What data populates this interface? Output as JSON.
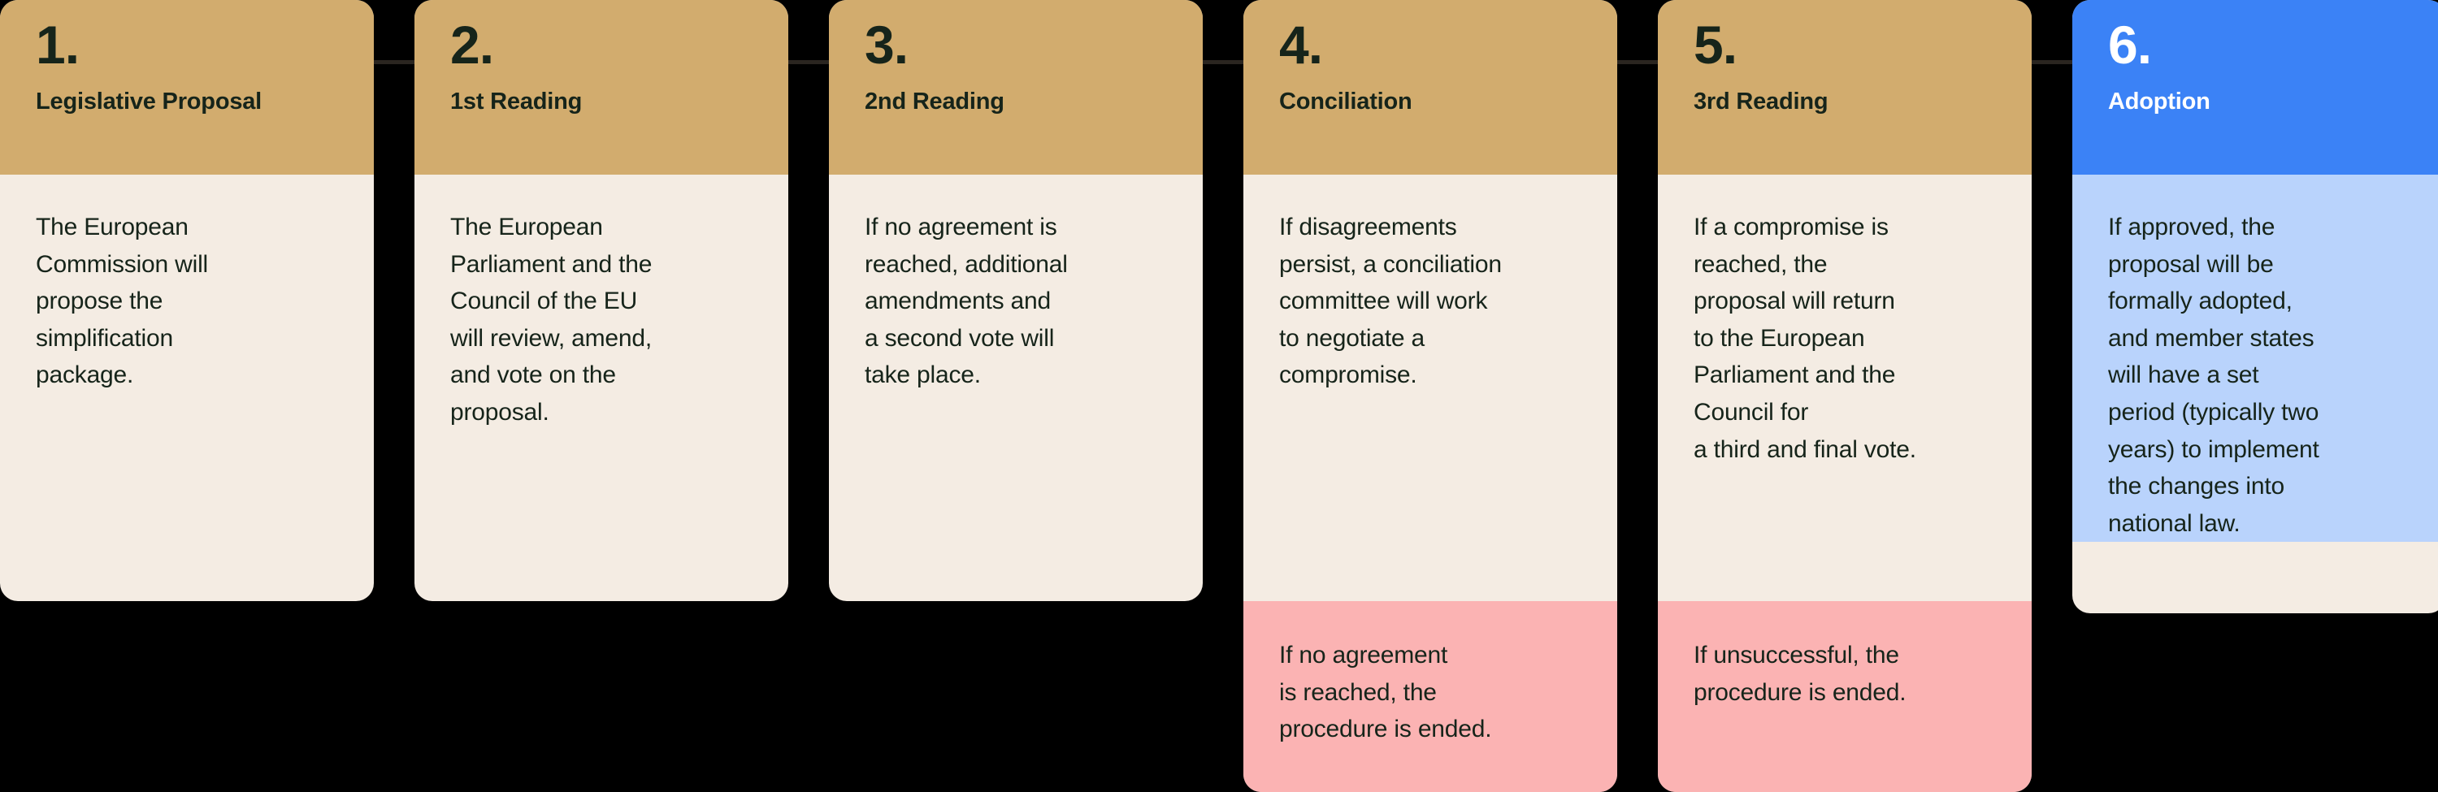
{
  "theme": {
    "background": "#000000",
    "gold": "#d2ac6e",
    "beige": "#f4ece3",
    "pink": "#fbb3b3",
    "blue": "#3b82f6",
    "light_blue": "#b9d3fc",
    "text_dark": "#16241a",
    "text_light": "#ffffff"
  },
  "steps": [
    {
      "number": "1.",
      "title": "Legislative Proposal",
      "body": "The European\nCommission will\npropose the\nsimplification\npackage.",
      "note": null
    },
    {
      "number": "2.",
      "title": "1st Reading",
      "body": "The European\nParliament and the\nCouncil of the EU\nwill review, amend,\nand vote on the\nproposal.",
      "note": null
    },
    {
      "number": "3.",
      "title": "2nd Reading",
      "body": "If no agreement is\nreached, additional\namendments and\na second vote will\ntake place.",
      "note": null
    },
    {
      "number": "4.",
      "title": "Conciliation",
      "body": "If disagreements\npersist, a conciliation\ncommittee will work\nto negotiate a\ncompromise.",
      "note": "If no agreement\nis reached, the\nprocedure is ended."
    },
    {
      "number": "5.",
      "title": "3rd Reading",
      "body": "If a compromise is\nreached, the\nproposal will return\nto the European\nParliament and the\nCouncil for\na third and final vote.",
      "note": "If unsuccessful, the\nprocedure is ended."
    },
    {
      "number": "6.",
      "title": "Adoption",
      "body": "If approved, the\nproposal will be\nformally adopted,\nand member states\nwill have a set\nperiod (typically two\nyears) to implement\nthe changes into\nnational law.",
      "note": null
    }
  ]
}
